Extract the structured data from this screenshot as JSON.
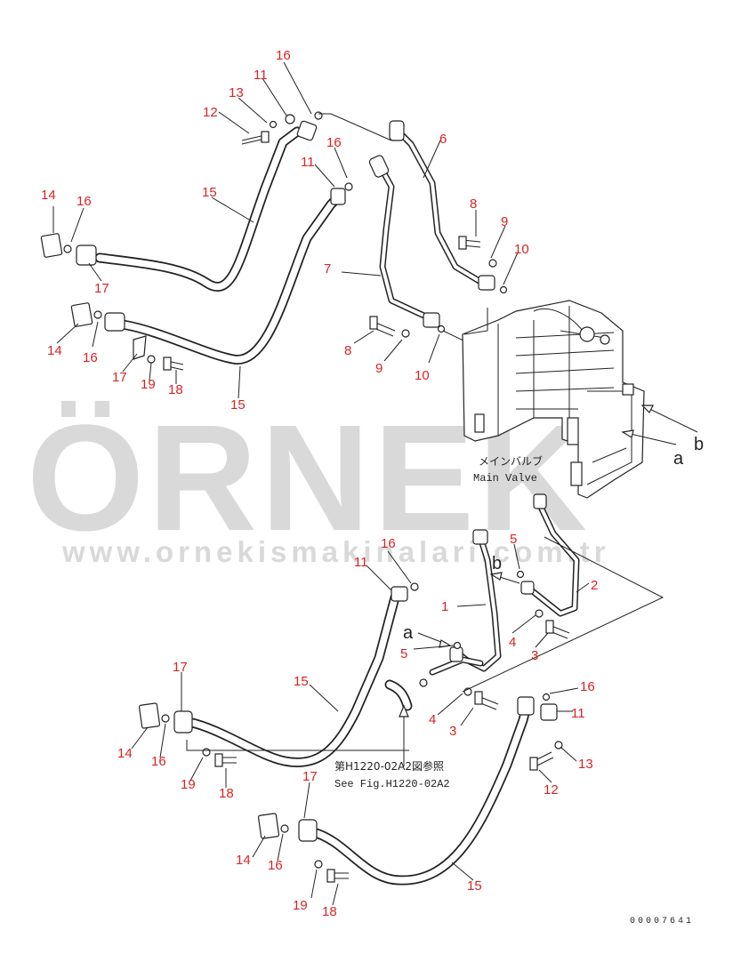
{
  "watermark": {
    "brand": "ÖRNEK",
    "url": "www.ornekismakinalari.com.tr"
  },
  "annotations": {
    "main_valve_jp": "メインバルブ",
    "main_valve_en": "Main Valve",
    "see_fig_jp": "第H1220-02A2図参照",
    "see_fig_en": "See Fig.H1220-02A2",
    "ref_a": "a",
    "ref_b": "b",
    "drawing_code": "00007641"
  },
  "callouts": [
    {
      "id": "c01",
      "text": "16"
    },
    {
      "id": "c02",
      "text": "11"
    },
    {
      "id": "c03",
      "text": "13"
    },
    {
      "id": "c04",
      "text": "12"
    },
    {
      "id": "c05",
      "text": "16"
    },
    {
      "id": "c06",
      "text": "11"
    },
    {
      "id": "c07",
      "text": "6"
    },
    {
      "id": "c08",
      "text": "14"
    },
    {
      "id": "c09",
      "text": "16"
    },
    {
      "id": "c10",
      "text": "15"
    },
    {
      "id": "c11",
      "text": "8"
    },
    {
      "id": "c12",
      "text": "9"
    },
    {
      "id": "c13",
      "text": "10"
    },
    {
      "id": "c14",
      "text": "17"
    },
    {
      "id": "c15",
      "text": "7"
    },
    {
      "id": "c16",
      "text": "14"
    },
    {
      "id": "c17",
      "text": "16"
    },
    {
      "id": "c18",
      "text": "8"
    },
    {
      "id": "c19",
      "text": "9"
    },
    {
      "id": "c20",
      "text": "10"
    },
    {
      "id": "c21",
      "text": "17"
    },
    {
      "id": "c22",
      "text": "19"
    },
    {
      "id": "c23",
      "text": "18"
    },
    {
      "id": "c24",
      "text": "15"
    },
    {
      "id": "c25",
      "text": "16"
    },
    {
      "id": "c26",
      "text": "11"
    },
    {
      "id": "c27",
      "text": "5"
    },
    {
      "id": "c28",
      "text": "2"
    },
    {
      "id": "c29",
      "text": "1"
    },
    {
      "id": "c30",
      "text": "5"
    },
    {
      "id": "c31",
      "text": "4"
    },
    {
      "id": "c32",
      "text": "3"
    },
    {
      "id": "c33",
      "text": "15"
    },
    {
      "id": "c34",
      "text": "17"
    },
    {
      "id": "c35",
      "text": "4"
    },
    {
      "id": "c36",
      "text": "3"
    },
    {
      "id": "c37",
      "text": "16"
    },
    {
      "id": "c38",
      "text": "11"
    },
    {
      "id": "c39",
      "text": "13"
    },
    {
      "id": "c40",
      "text": "14"
    },
    {
      "id": "c41",
      "text": "16"
    },
    {
      "id": "c42",
      "text": "19"
    },
    {
      "id": "c43",
      "text": "18"
    },
    {
      "id": "c44",
      "text": "12"
    },
    {
      "id": "c45",
      "text": "17"
    },
    {
      "id": "c46",
      "text": "14"
    },
    {
      "id": "c47",
      "text": "16"
    },
    {
      "id": "c48",
      "text": "19"
    },
    {
      "id": "c49",
      "text": "18"
    },
    {
      "id": "c50",
      "text": "15"
    }
  ]
}
